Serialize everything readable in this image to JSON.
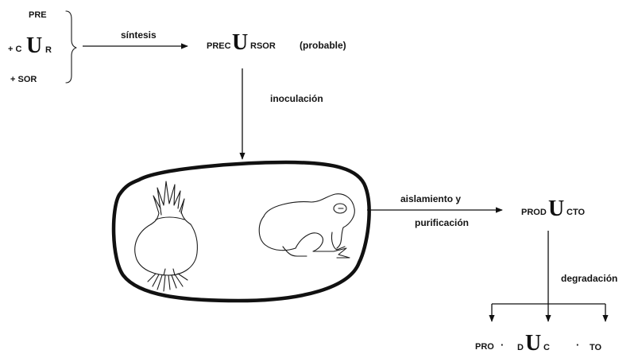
{
  "left_group": {
    "line1": "PRE",
    "line2_prefix": "+ C",
    "line2_big": "U",
    "line2_suffix": "R",
    "line3": "+ SOR"
  },
  "synthesis_label": "síntesis",
  "precursor": {
    "prefix": "PREC",
    "big": "U",
    "suffix": "RSOR",
    "note": "(probable)"
  },
  "inoculation_label": "inoculación",
  "isolation_label_1": "aislamiento y",
  "isolation_label_2": "purificación",
  "product": {
    "prefix": "PROD",
    "big": "U",
    "suffix": "CTO"
  },
  "degradation_label": "degradación",
  "fragments": {
    "part1": "PRO",
    "dot1": "·",
    "part2_prefix": "D",
    "part2_big": "U",
    "part2_suffix": "C",
    "dot2": "·",
    "part3": "TO"
  }
}
